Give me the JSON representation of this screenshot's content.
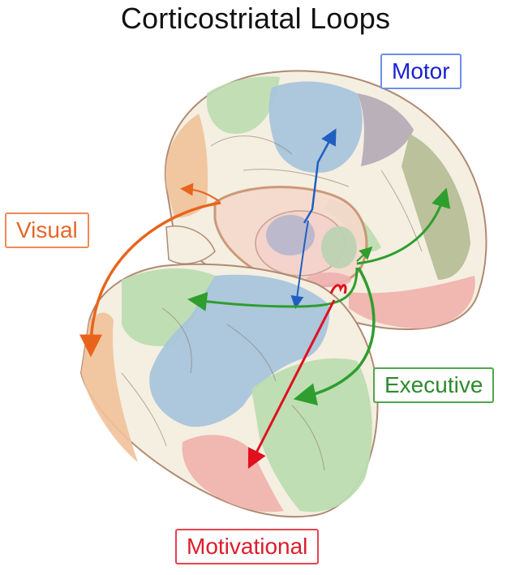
{
  "title": "Corticostriatal Loops",
  "loops": [
    {
      "id": "motor",
      "label": "Motor",
      "color": "#1f5fc0",
      "region_color": "#a9c4dc"
    },
    {
      "id": "visual",
      "label": "Visual",
      "color": "#e8641c",
      "region_color": "#f1c29a"
    },
    {
      "id": "executive",
      "label": "Executive",
      "color": "#2e9e2e",
      "region_color": "#bcdcb0"
    },
    {
      "id": "motivational",
      "label": "Motivational",
      "color": "#e0101e",
      "region_color": "#f0b3ae"
    }
  ],
  "colors": {
    "cortex_base": "#f4efe1",
    "outline": "#b08a72",
    "premotor_region": "#b3a9b6"
  }
}
